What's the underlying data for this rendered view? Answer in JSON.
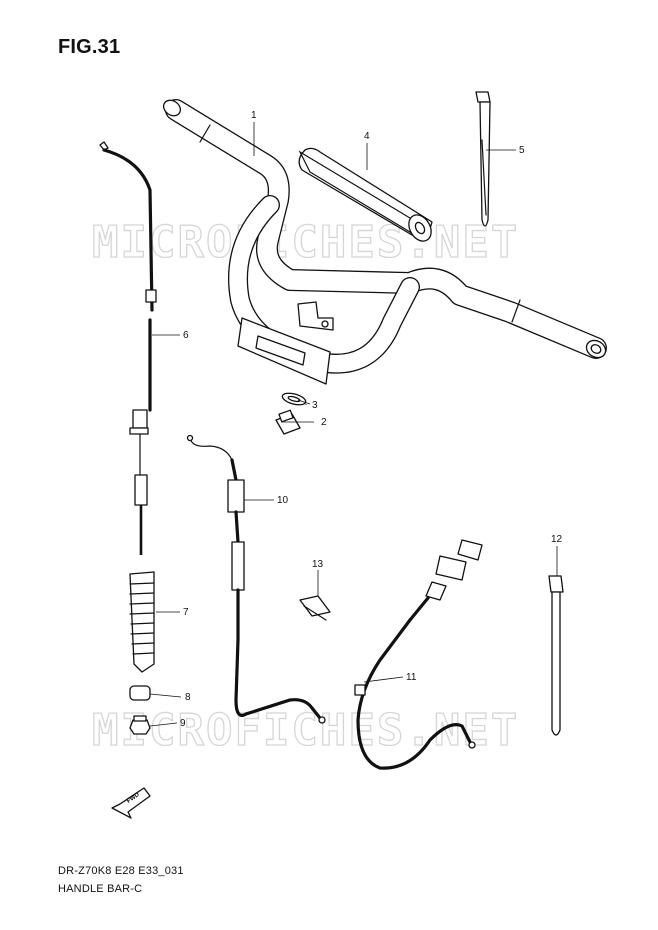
{
  "figure": {
    "title": "FIG.31",
    "code": "DR-Z70K8 E28 E33_031",
    "name": "HANDLE BAR-C"
  },
  "watermark": "MICROFICHES.NET",
  "parts": [
    {
      "id": "1"
    },
    {
      "id": "2"
    },
    {
      "id": "3"
    },
    {
      "id": "4"
    },
    {
      "id": "5"
    },
    {
      "id": "6"
    },
    {
      "id": "7"
    },
    {
      "id": "8"
    },
    {
      "id": "9"
    },
    {
      "id": "10"
    },
    {
      "id": "11"
    },
    {
      "id": "12"
    },
    {
      "id": "13"
    }
  ],
  "fwd_label": "FWD"
}
